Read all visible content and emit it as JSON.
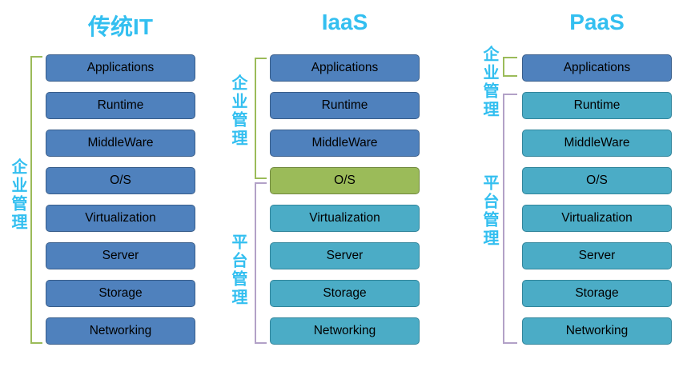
{
  "colors": {
    "blue_fill": "#4F81BD",
    "blue_border": "#385D8A",
    "cyan_fill": "#4BACC6",
    "cyan_border": "#31859B",
    "green_fill": "#9BBB59",
    "green_border": "#71893F",
    "accent_text": "#33BFF0",
    "bracket_green": "#9BBB59",
    "bracket_purple": "#B2A1C7"
  },
  "columns": [
    {
      "title": "传统IT",
      "labels": [
        {
          "text": "企业管理"
        }
      ],
      "boxes": [
        {
          "label": "Applications",
          "type": "blue"
        },
        {
          "label": "Runtime",
          "type": "blue"
        },
        {
          "label": "MiddleWare",
          "type": "blue"
        },
        {
          "label": "O/S",
          "type": "blue"
        },
        {
          "label": "Virtualization",
          "type": "blue"
        },
        {
          "label": "Server",
          "type": "blue"
        },
        {
          "label": "Storage",
          "type": "blue"
        },
        {
          "label": "Networking",
          "type": "blue"
        }
      ]
    },
    {
      "title": "IaaS",
      "labels": [
        {
          "text": "企业管理"
        },
        {
          "text": "平台管理"
        }
      ],
      "boxes": [
        {
          "label": "Applications",
          "type": "blue"
        },
        {
          "label": "Runtime",
          "type": "blue"
        },
        {
          "label": "MiddleWare",
          "type": "blue"
        },
        {
          "label": "O/S",
          "type": "green"
        },
        {
          "label": "Virtualization",
          "type": "cyan"
        },
        {
          "label": "Server",
          "type": "cyan"
        },
        {
          "label": "Storage",
          "type": "cyan"
        },
        {
          "label": "Networking",
          "type": "cyan"
        }
      ]
    },
    {
      "title": "PaaS",
      "labels": [
        {
          "text": "企业管理"
        },
        {
          "text": "平台管理"
        }
      ],
      "boxes": [
        {
          "label": "Applications",
          "type": "blue"
        },
        {
          "label": "Runtime",
          "type": "cyan"
        },
        {
          "label": "MiddleWare",
          "type": "cyan"
        },
        {
          "label": "O/S",
          "type": "cyan"
        },
        {
          "label": "Virtualization",
          "type": "cyan"
        },
        {
          "label": "Server",
          "type": "cyan"
        },
        {
          "label": "Storage",
          "type": "cyan"
        },
        {
          "label": "Networking",
          "type": "cyan"
        }
      ]
    }
  ]
}
